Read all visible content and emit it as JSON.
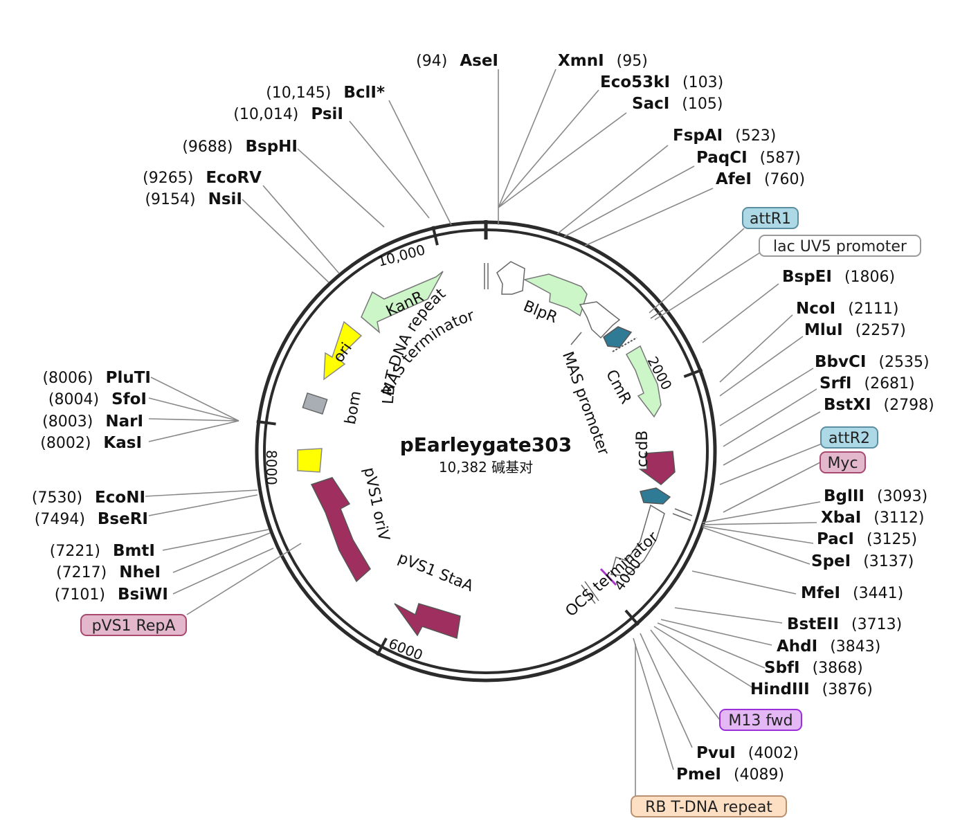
{
  "plasmid": {
    "name": "pEarleygate303",
    "size_label": "10,382 碱基对",
    "length": 10382
  },
  "ticks": [
    {
      "pos": 0,
      "label": ""
    },
    {
      "pos": 2000,
      "label": "2000"
    },
    {
      "pos": 4000,
      "label": "4000"
    },
    {
      "pos": 6000,
      "label": "6000"
    },
    {
      "pos": 8000,
      "label": "8000"
    },
    {
      "pos": 10000,
      "label": "10,000"
    }
  ],
  "colors": {
    "green": "#ccf6c8",
    "yellow": "#ffff00",
    "gray": "#a9aeb4",
    "maroon": "#9e2f5f",
    "teal": "#2f7b95",
    "white": "#ffffff",
    "purple": "#aa33cc",
    "tag_blue": "#add8e6",
    "tag_pink": "#e4b8cc",
    "tag_purple": "#e3b8f5",
    "tag_orange": "#fde0c4"
  },
  "enzymes": [
    {
      "name": "AseI",
      "pos": "(94)",
      "site": 94
    },
    {
      "name": "XmnI",
      "pos": "(95)",
      "site": 95
    },
    {
      "name": "Eco53kI",
      "pos": "(103)",
      "site": 103
    },
    {
      "name": "SacI",
      "pos": "(105)",
      "site": 105
    },
    {
      "name": "FspAI",
      "pos": "(523)",
      "site": 523
    },
    {
      "name": "PaqCI",
      "pos": "(587)",
      "site": 587
    },
    {
      "name": "AfeI",
      "pos": "(760)",
      "site": 760
    },
    {
      "name": "BspEI",
      "pos": "(1806)",
      "site": 1806
    },
    {
      "name": "NcoI",
      "pos": "(2111)",
      "site": 2111
    },
    {
      "name": "MluI",
      "pos": "(2257)",
      "site": 2257
    },
    {
      "name": "BbvCI",
      "pos": "(2535)",
      "site": 2535
    },
    {
      "name": "SrfI",
      "pos": "(2681)",
      "site": 2681
    },
    {
      "name": "BstXI",
      "pos": "(2798)",
      "site": 2798
    },
    {
      "name": "BglII",
      "pos": "(3093)",
      "site": 3093
    },
    {
      "name": "XbaI",
      "pos": "(3112)",
      "site": 3112
    },
    {
      "name": "PacI",
      "pos": "(3125)",
      "site": 3125
    },
    {
      "name": "SpeI",
      "pos": "(3137)",
      "site": 3137
    },
    {
      "name": "MfeI",
      "pos": "(3441)",
      "site": 3441
    },
    {
      "name": "BstEII",
      "pos": "(3713)",
      "site": 3713
    },
    {
      "name": "AhdI",
      "pos": "(3843)",
      "site": 3843
    },
    {
      "name": "SbfI",
      "pos": "(3868)",
      "site": 3868
    },
    {
      "name": "HindIII",
      "pos": "(3876)",
      "site": 3876
    },
    {
      "name": "PvuI",
      "pos": "(4002)",
      "site": 4002
    },
    {
      "name": "PmeI",
      "pos": "(4089)",
      "site": 4089
    },
    {
      "name": "BsiWI",
      "pos": "(7101)",
      "site": 7101
    },
    {
      "name": "NheI",
      "pos": "(7217)",
      "site": 7217
    },
    {
      "name": "BmtI",
      "pos": "(7221)",
      "site": 7221
    },
    {
      "name": "BseRI",
      "pos": "(7494)",
      "site": 7494
    },
    {
      "name": "EcoNI",
      "pos": "(7530)",
      "site": 7530
    },
    {
      "name": "KasI",
      "pos": "(8002)",
      "site": 8002
    },
    {
      "name": "NarI",
      "pos": "(8003)",
      "site": 8003
    },
    {
      "name": "SfoI",
      "pos": "(8004)",
      "site": 8004
    },
    {
      "name": "PluTI",
      "pos": "(8006)",
      "site": 8006
    },
    {
      "name": "NsiI",
      "pos": "(9154)",
      "site": 9154
    },
    {
      "name": "EcoRV",
      "pos": "(9265)",
      "site": 9265
    },
    {
      "name": "BspHI",
      "pos": "(9688)",
      "site": 9688
    },
    {
      "name": "PsiI",
      "pos": "(10,014)",
      "site": 10014
    },
    {
      "name": "BclI*",
      "pos": "(10,145)",
      "site": 10145
    }
  ],
  "feature_tags": [
    {
      "label": "attR1",
      "color": "tag_blue"
    },
    {
      "label": "lac UV5 promoter",
      "color": "white"
    },
    {
      "label": "attR2",
      "color": "tag_blue"
    },
    {
      "label": "Myc",
      "color": "tag_pink"
    },
    {
      "label": "M13 fwd",
      "color": "tag_purple"
    },
    {
      "label": "RB T-DNA repeat",
      "color": "tag_orange"
    },
    {
      "label": "pVS1 RepA",
      "color": "tag_pink"
    }
  ],
  "features": [
    {
      "label": "BlpR"
    },
    {
      "label": "CmR"
    },
    {
      "label": "ccdB"
    },
    {
      "label": "MAS promoter"
    },
    {
      "label": "OCS terminator"
    },
    {
      "label": "pVS1 StaA"
    },
    {
      "label": "pVS1 oriV"
    },
    {
      "label": "bom"
    },
    {
      "label": "ori"
    },
    {
      "label": "KanR"
    },
    {
      "label": "LB T-DNA repeat"
    },
    {
      "label": "MAS terminator"
    }
  ]
}
